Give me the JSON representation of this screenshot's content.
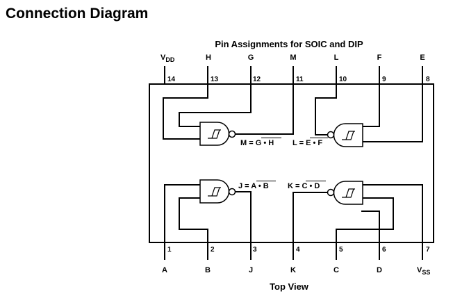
{
  "heading": "Connection Diagram",
  "subtitle": "Pin Assignments for SOIC and DIP",
  "footer": "Top View",
  "top_pins": [
    {
      "num": "14",
      "name": "V",
      "sub": "DD"
    },
    {
      "num": "13",
      "name": "H"
    },
    {
      "num": "12",
      "name": "G"
    },
    {
      "num": "11",
      "name": "M"
    },
    {
      "num": "10",
      "name": "L"
    },
    {
      "num": "9",
      "name": "F"
    },
    {
      "num": "8",
      "name": "E"
    }
  ],
  "bottom_pins": [
    {
      "num": "1",
      "name": "A"
    },
    {
      "num": "2",
      "name": "B"
    },
    {
      "num": "3",
      "name": "J"
    },
    {
      "num": "4",
      "name": "K"
    },
    {
      "num": "5",
      "name": "C"
    },
    {
      "num": "6",
      "name": "D"
    },
    {
      "num": "7",
      "name": "V",
      "sub": "SS"
    }
  ],
  "equations": [
    {
      "lhs": "M",
      "rhs": "G • H"
    },
    {
      "lhs": "L",
      "rhs": "E • F"
    },
    {
      "lhs": "J",
      "rhs": "A • B"
    },
    {
      "lhs": "K",
      "rhs": "C • D"
    }
  ]
}
